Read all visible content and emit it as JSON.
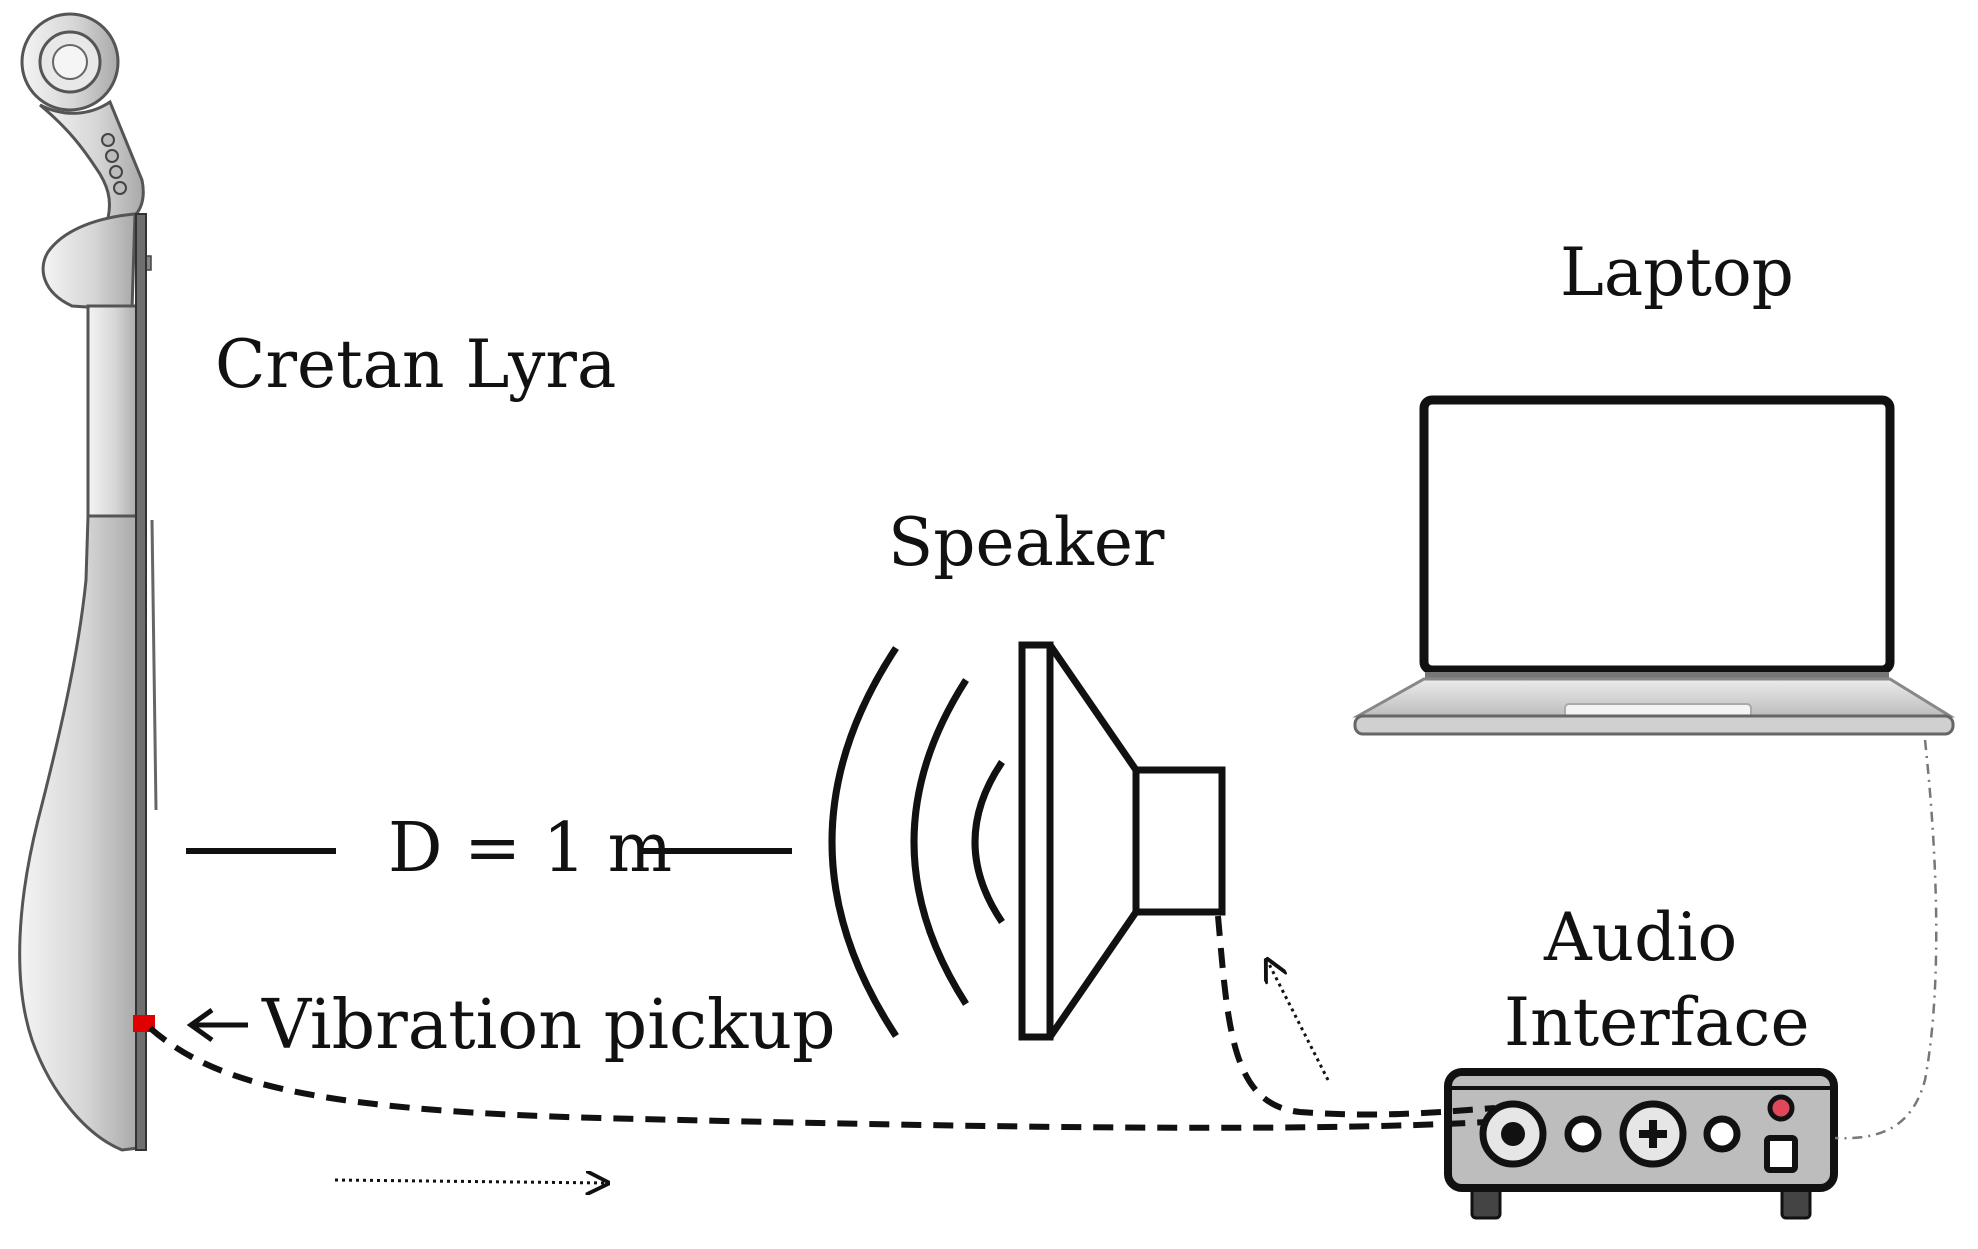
{
  "labels": {
    "instrument": "Cretan Lyra",
    "laptop": "Laptop",
    "speaker": "Speaker",
    "distance": "D = 1 m",
    "pickup": "Vibration pickup",
    "audio_interface_line1": "Audio",
    "audio_interface_line2": "Interface"
  },
  "colors": {
    "ink": "#111111",
    "pickup_marker": "#e00000",
    "lyra_body": "#cfcfcf",
    "interface_body": "#bdbdbd",
    "interface_led": "#e0485a",
    "laptop_deck": "#d9d9d9"
  }
}
